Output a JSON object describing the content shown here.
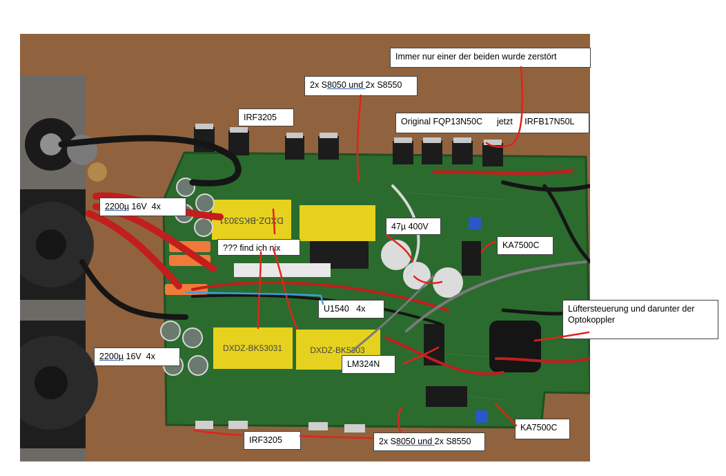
{
  "colors": {
    "annotation_red": "#e2231a",
    "annotation_blue": "#3aa0e0",
    "label_border": "#404040",
    "pcb_green": "#2b6b2e",
    "transformer_yellow": "#e6d21e",
    "wood": "#9a6a44"
  },
  "photo": {
    "transformer_top_left": "DXDZ-BK53031",
    "transformer_bottom_left": "DXDZ-BK53031",
    "transformer_bottom_right": "DXDZ-BK5303"
  },
  "labels": {
    "immer": "Immer nur einer der beiden wurde zerstört",
    "s8050_top_a": "2x S",
    "s8050_top_b": "8050",
    "s8050_top_c": " und ",
    "s8050_top_d": "2x S8550",
    "fqp": "Original FQP13N50C      jetzt     IRFB17N50L",
    "irf_top": "IRF3205",
    "cap_top_a": "2200",
    "cap_top_b": "µ",
    "cap_top_c": " 16V  4x",
    "cap_hv": "47µ 400V",
    "find": "??? find ich nix",
    "ka_top": "KA7500C",
    "u1540": "U1540   4x",
    "luefter_line1": "Lüftersteuerung und darunter der",
    "luefter_line2": "Optokoppler",
    "cap_bot_a": "2200",
    "cap_bot_b": "µ",
    "cap_bot_c": " 16V  4x",
    "lm324": "LM324N",
    "ka_bot": "KA7500C",
    "irf_bot": "IRF3205",
    "s8050_bot_a": "2x S",
    "s8050_bot_b": "8050",
    "s8050_bot_c": " und ",
    "s8050_bot_d": "2x S8550"
  }
}
